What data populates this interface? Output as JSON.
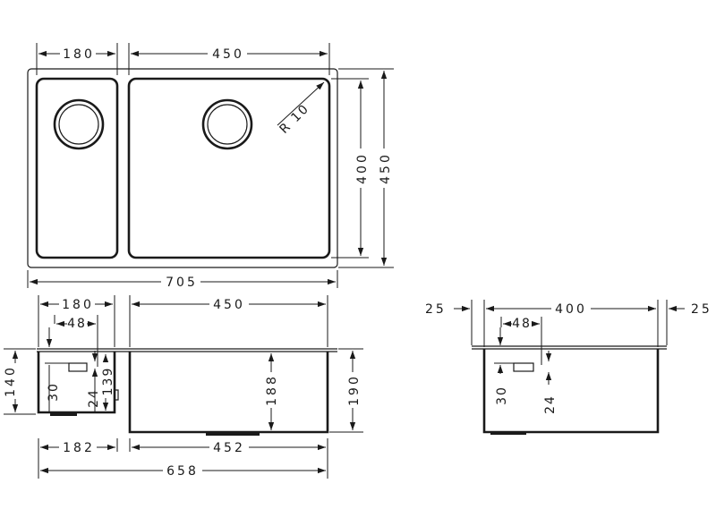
{
  "plan_view": {
    "width_left": "180",
    "width_right": "450",
    "radius": "R 10",
    "inner_height": "400",
    "outer_height": "450",
    "total_width": "705"
  },
  "front_view": {
    "top_left_width": "180",
    "top_right_width": "450",
    "drain_offset": "48",
    "drain_drop": "30",
    "overflow_drop": "24",
    "side_depth": "139",
    "left_height": "140",
    "main_depth": "188",
    "right_height": "190",
    "bottom_left_width": "182",
    "bottom_right_width": "452",
    "overall_width": "658"
  },
  "side_view": {
    "flange_left": "25",
    "width": "400",
    "flange_right": "25",
    "drain_offset": "48",
    "drain_drop": "30",
    "overflow_drop": "24"
  }
}
